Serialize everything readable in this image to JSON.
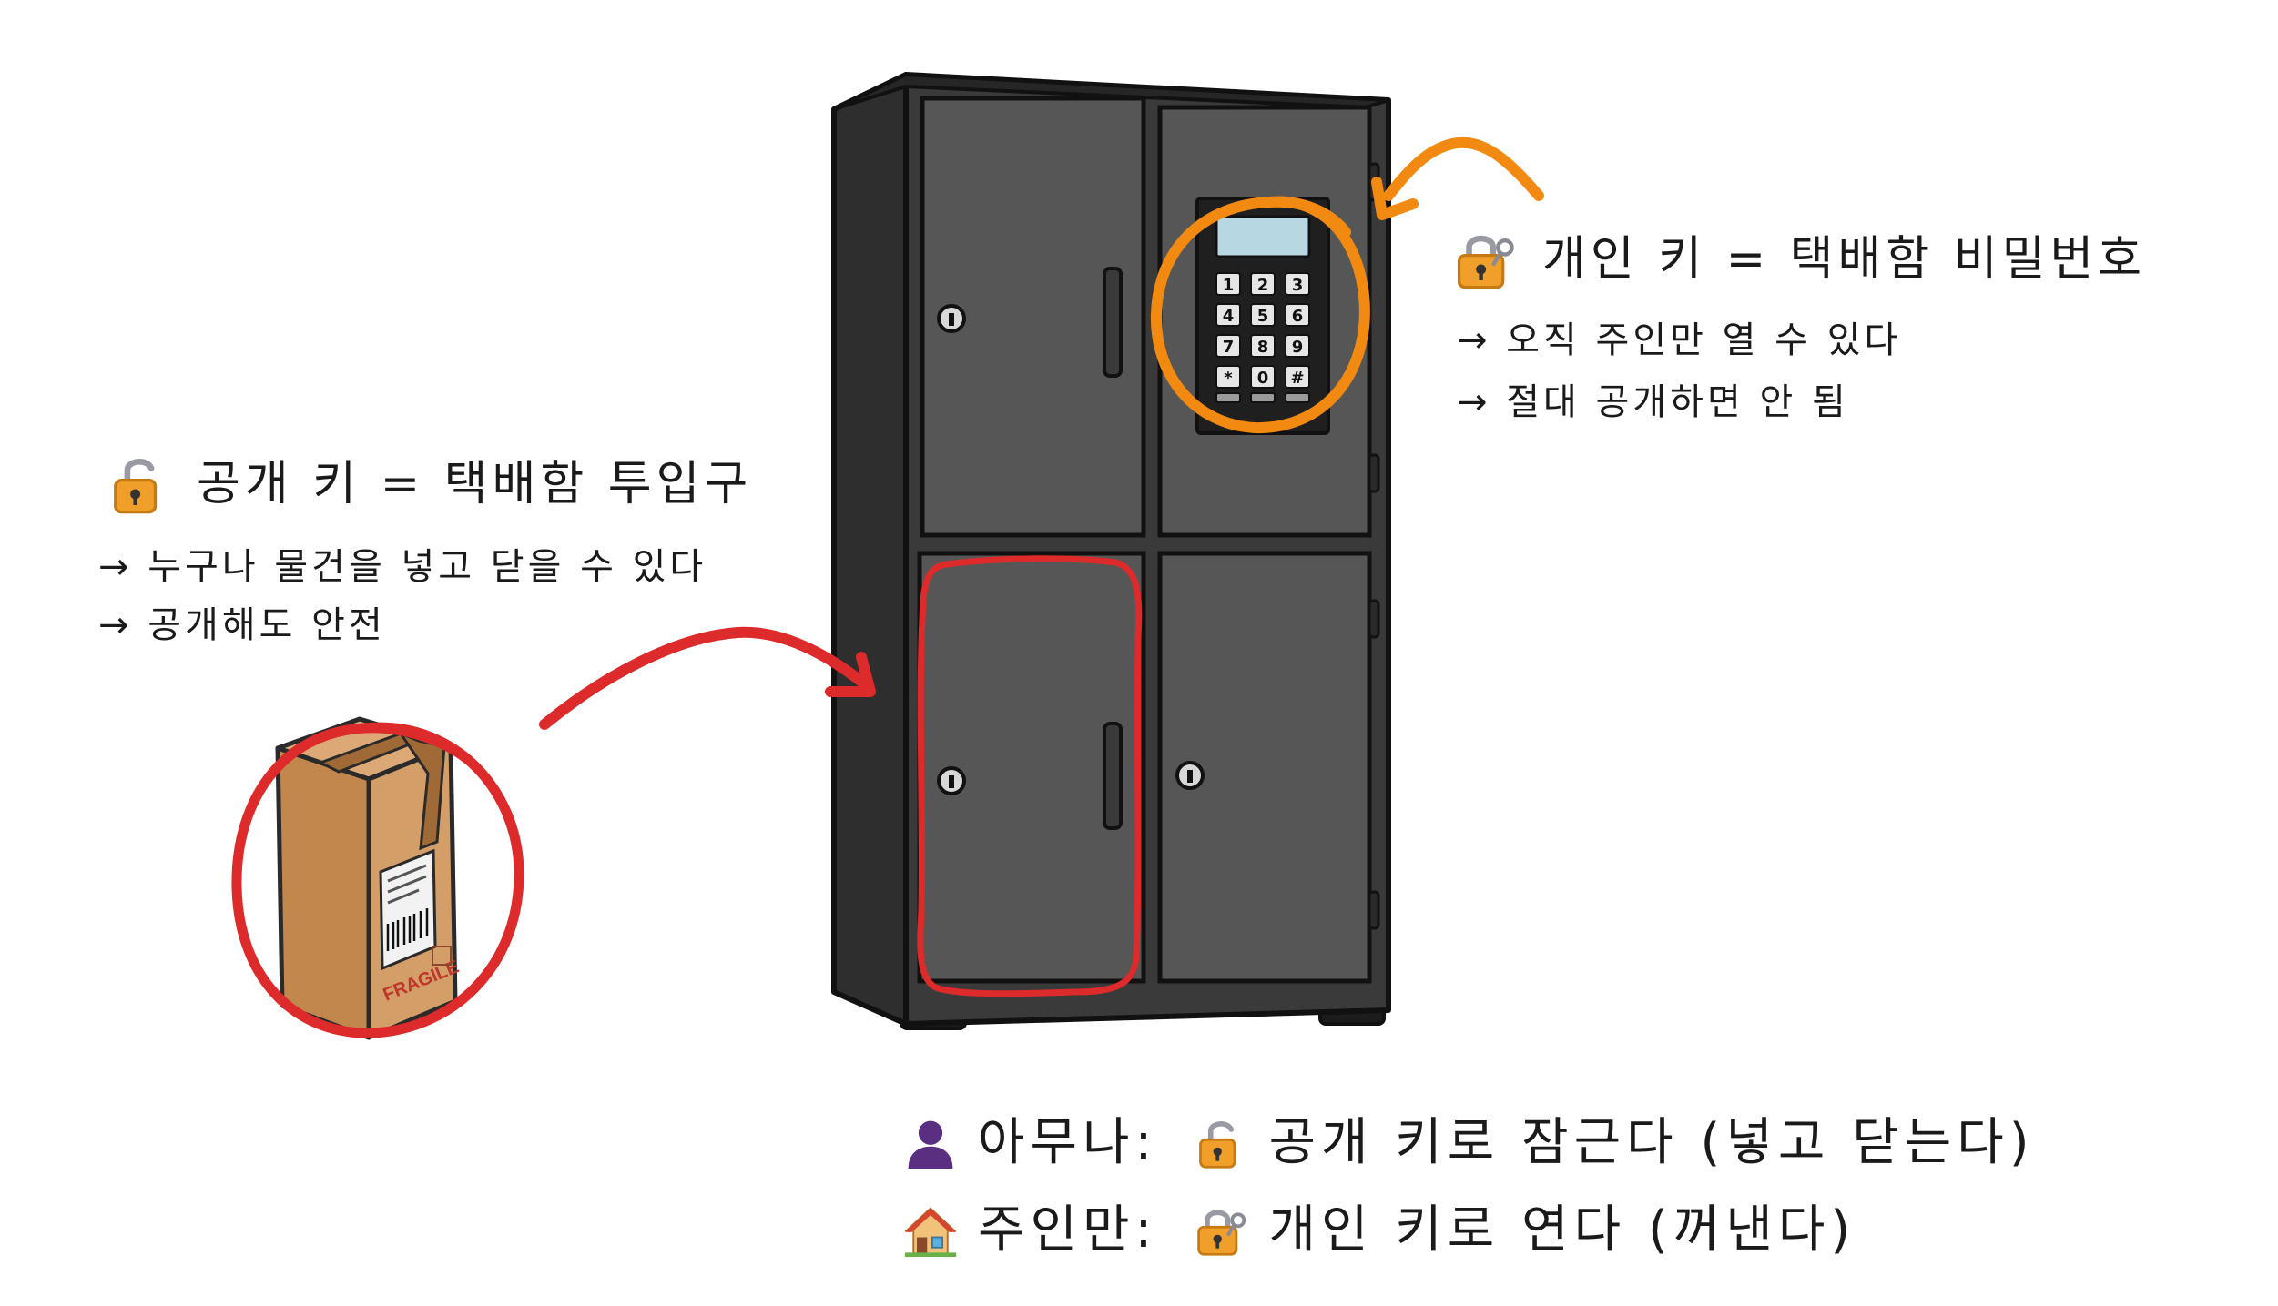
{
  "public_key": {
    "icon": "unlocked-padlock-icon",
    "title": "공개 키 = 택배함 투입구",
    "lines": [
      "→ 누구나 물건을 넣고 닫을 수 있다",
      "→ 공개해도 안전"
    ]
  },
  "private_key": {
    "icon": "locked-padlock-with-key-icon",
    "title": "개인 키 = 택배함 비밀번호",
    "lines": [
      "→ 오직 주인만 열 수 있다",
      "→ 절대 공개하면 안 됨"
    ]
  },
  "legend": [
    {
      "who_icon": "person-icon",
      "who": "아무나:",
      "key_icon": "unlocked-padlock-icon",
      "action": "공개 키로 잠근다 (넣고 닫는다)"
    },
    {
      "who_icon": "house-icon",
      "who": "주인만:",
      "key_icon": "locked-padlock-with-key-icon",
      "action": "개인 키로 연다  (꺼낸다)"
    }
  ],
  "keypad": {
    "keys": [
      "1",
      "2",
      "3",
      "4",
      "5",
      "6",
      "7",
      "8",
      "9",
      "*",
      "0",
      "#"
    ]
  },
  "package": {
    "sticker": "FRAGILE"
  },
  "colors": {
    "locker_body": "#3a3a3a",
    "locker_door": "#565656",
    "outline": "#111111",
    "red_highlight": "#dd2a2a",
    "orange_highlight": "#f28a12",
    "box": "#c99258",
    "person": "#5a2f82"
  }
}
